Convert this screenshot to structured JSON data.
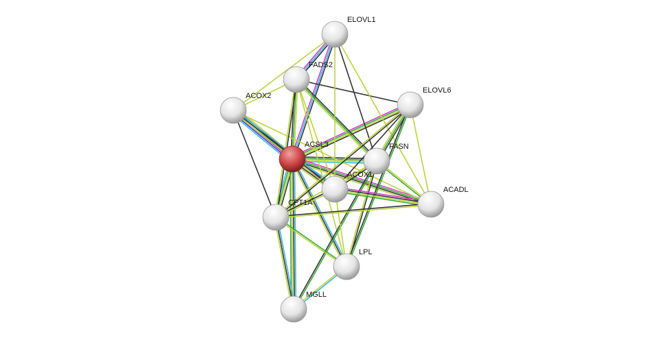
{
  "network": {
    "evidence_colors": {
      "database": "#33b7e0",
      "experiments": "#d23ad2",
      "coexpression": "#333333",
      "neighborhood": "#33aa33",
      "textmining": "#bcd23a",
      "curated": "#3344cc"
    },
    "nodes": [
      {
        "id": "ELOVL1",
        "label": "ELOVL1",
        "color": "#e8e8e8",
        "query": false
      },
      {
        "id": "FADS2",
        "label": "FADS2",
        "color": "#e8e8e8",
        "query": false
      },
      {
        "id": "ELOVL6",
        "label": "ELOVL6",
        "color": "#e8e8e8",
        "query": false
      },
      {
        "id": "ACOX2",
        "label": "ACOX2",
        "color": "#e8e8e8",
        "query": false
      },
      {
        "id": "ACSL3",
        "label": "ACSL3",
        "color": "#d94a4a",
        "query": true
      },
      {
        "id": "FASN",
        "label": "FASN",
        "color": "#e8e8e8",
        "query": false
      },
      {
        "id": "ACOX1",
        "label": "ACOX1",
        "color": "#e8e8e8",
        "query": false
      },
      {
        "id": "ACADL",
        "label": "ACADL",
        "color": "#e8e8e8",
        "query": false
      },
      {
        "id": "CPT1A",
        "label": "CPT1A",
        "color": "#e8e8e8",
        "query": false
      },
      {
        "id": "LPL",
        "label": "LPL",
        "color": "#e8e8e8",
        "query": false
      },
      {
        "id": "MGLL",
        "label": "MGLL",
        "color": "#e8e8e8",
        "query": false
      }
    ],
    "edges": [
      {
        "a": "ACSL3",
        "b": "ACOX2",
        "types": [
          "database",
          "curated",
          "experiments",
          "neighborhood",
          "coexpression",
          "textmining"
        ]
      },
      {
        "a": "ACSL3",
        "b": "FADS2",
        "types": [
          "coexpression",
          "neighborhood",
          "textmining"
        ]
      },
      {
        "a": "ACSL3",
        "b": "ELOVL1",
        "types": [
          "experiments",
          "database",
          "coexpression"
        ]
      },
      {
        "a": "ACSL3",
        "b": "ELOVL6",
        "types": [
          "experiments",
          "neighborhood",
          "textmining",
          "coexpression"
        ]
      },
      {
        "a": "ACSL3",
        "b": "FASN",
        "types": [
          "coexpression",
          "neighborhood",
          "textmining",
          "database"
        ]
      },
      {
        "a": "ACSL3",
        "b": "ACOX1",
        "types": [
          "database",
          "curated",
          "experiments",
          "coexpression",
          "textmining"
        ]
      },
      {
        "a": "ACSL3",
        "b": "ACADL",
        "types": [
          "experiments",
          "neighborhood",
          "coexpression",
          "textmining"
        ]
      },
      {
        "a": "ACSL3",
        "b": "CPT1A",
        "types": [
          "coexpression",
          "textmining",
          "neighborhood",
          "database"
        ]
      },
      {
        "a": "ACSL3",
        "b": "LPL",
        "types": [
          "database",
          "coexpression",
          "textmining"
        ]
      },
      {
        "a": "ACSL3",
        "b": "MGLL",
        "types": [
          "database",
          "coexpression",
          "textmining",
          "neighborhood"
        ]
      },
      {
        "a": "ACOX2",
        "b": "FADS2",
        "types": [
          "textmining"
        ]
      },
      {
        "a": "ACOX2",
        "b": "ELOVL1",
        "types": [
          "textmining"
        ]
      },
      {
        "a": "ACOX2",
        "b": "ACOX1",
        "types": [
          "database",
          "coexpression",
          "textmining"
        ]
      },
      {
        "a": "ACOX2",
        "b": "CPT1A",
        "types": [
          "coexpression"
        ]
      },
      {
        "a": "ACOX2",
        "b": "ACADL",
        "types": [
          "textmining"
        ]
      },
      {
        "a": "FADS2",
        "b": "ELOVL6",
        "types": [
          "coexpression"
        ]
      },
      {
        "a": "FADS2",
        "b": "FASN",
        "types": [
          "coexpression",
          "neighborhood",
          "textmining"
        ]
      },
      {
        "a": "FADS2",
        "b": "ACOX1",
        "types": [
          "textmining"
        ]
      },
      {
        "a": "FADS2",
        "b": "ELOVL1",
        "types": [
          "experiments",
          "database",
          "coexpression"
        ]
      },
      {
        "a": "FADS2",
        "b": "CPT1A",
        "types": [
          "coexpression",
          "textmining"
        ]
      },
      {
        "a": "FADS2",
        "b": "LPL",
        "types": [
          "textmining"
        ]
      },
      {
        "a": "ELOVL1",
        "b": "FASN",
        "types": [
          "coexpression"
        ]
      },
      {
        "a": "ELOVL1",
        "b": "ACADL",
        "types": [
          "textmining"
        ]
      },
      {
        "a": "ELOVL1",
        "b": "ACOX1",
        "types": [
          "textmining"
        ]
      },
      {
        "a": "ELOVL6",
        "b": "FASN",
        "types": [
          "coexpression",
          "neighborhood",
          "textmining"
        ]
      },
      {
        "a": "ELOVL6",
        "b": "ACADL",
        "types": [
          "textmining"
        ]
      },
      {
        "a": "ELOVL6",
        "b": "CPT1A",
        "types": [
          "coexpression",
          "textmining"
        ]
      },
      {
        "a": "ELOVL6",
        "b": "ACOX1",
        "types": [
          "coexpression"
        ]
      },
      {
        "a": "ELOVL6",
        "b": "LPL",
        "types": [
          "neighborhood",
          "coexpression"
        ]
      },
      {
        "a": "FASN",
        "b": "ACADL",
        "types": [
          "textmining",
          "neighborhood"
        ]
      },
      {
        "a": "FASN",
        "b": "ACOX1",
        "types": [
          "coexpression",
          "textmining"
        ]
      },
      {
        "a": "FASN",
        "b": "LPL",
        "types": [
          "coexpression",
          "textmining"
        ]
      },
      {
        "a": "FASN",
        "b": "MGLL",
        "types": [
          "neighborhood",
          "coexpression"
        ]
      },
      {
        "a": "FASN",
        "b": "CPT1A",
        "types": [
          "textmining"
        ]
      },
      {
        "a": "ACOX1",
        "b": "ACADL",
        "types": [
          "experiments",
          "coexpression",
          "textmining",
          "neighborhood"
        ]
      },
      {
        "a": "ACOX1",
        "b": "CPT1A",
        "types": [
          "textmining",
          "coexpression"
        ]
      },
      {
        "a": "ACOX1",
        "b": "LPL",
        "types": [
          "textmining"
        ]
      },
      {
        "a": "CPT1A",
        "b": "ACADL",
        "types": [
          "coexpression",
          "textmining"
        ]
      },
      {
        "a": "CPT1A",
        "b": "LPL",
        "types": [
          "neighborhood",
          "textmining"
        ]
      },
      {
        "a": "CPT1A",
        "b": "MGLL",
        "types": [
          "database",
          "coexpression",
          "textmining"
        ]
      },
      {
        "a": "LPL",
        "b": "MGLL",
        "types": [
          "database",
          "textmining"
        ]
      }
    ]
  }
}
